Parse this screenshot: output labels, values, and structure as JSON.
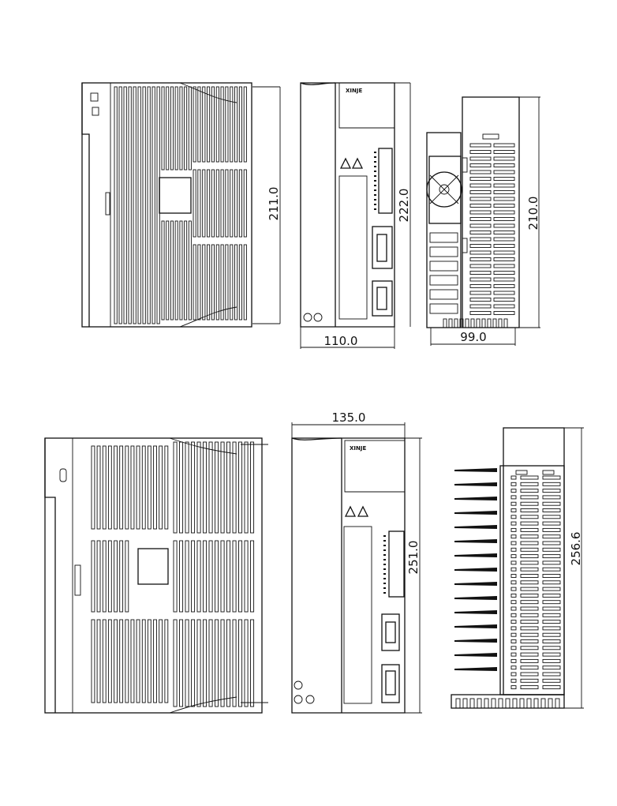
{
  "dimensions": {
    "small_height_side": "211.0",
    "small_height_front": "222.0",
    "small_height_rear": "210.0",
    "small_width_front": "110.0",
    "small_width_rear": "99.0",
    "large_width_front": "135.0",
    "large_height_front": "251.0",
    "large_height_rear": "256.6"
  },
  "labels": {
    "small_logo": "XINJE",
    "large_logo": "XINJE"
  }
}
